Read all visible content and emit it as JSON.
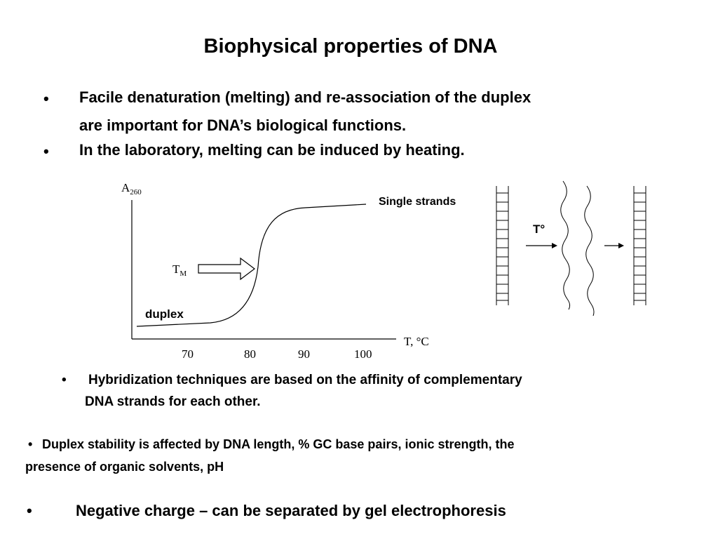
{
  "slide": {
    "title": "Biophysical properties of DNA",
    "bullet_symbol": "•",
    "bullets_top": [
      {
        "line1": "Facile denaturation (melting) and re-association of the duplex",
        "line2": "are important for DNA’s biological functions."
      },
      {
        "line1": "In the laboratory, melting can be induced by heating."
      }
    ],
    "diagram": {
      "y_axis_label": "A",
      "y_axis_sub": "260",
      "x_axis_label": "T, °C",
      "x_ticks": [
        "70",
        "80",
        "90",
        "100"
      ],
      "tm_label": "T",
      "tm_sub": "M",
      "curve_label_high": "Single strands",
      "curve_label_low": "duplex",
      "heat_label": "T°"
    },
    "bullets_bottom": [
      {
        "line1": "Hybridization techniques are based on the affinity of complementary",
        "line2": "DNA strands for each other."
      },
      {
        "line1": "Duplex stability is affected by DNA length, % GC base pairs, ionic strength, the",
        "line2": "presence of organic solvents, pH"
      },
      {
        "line1": "Negative charge – can be separated by gel electrophoresis"
      }
    ]
  }
}
